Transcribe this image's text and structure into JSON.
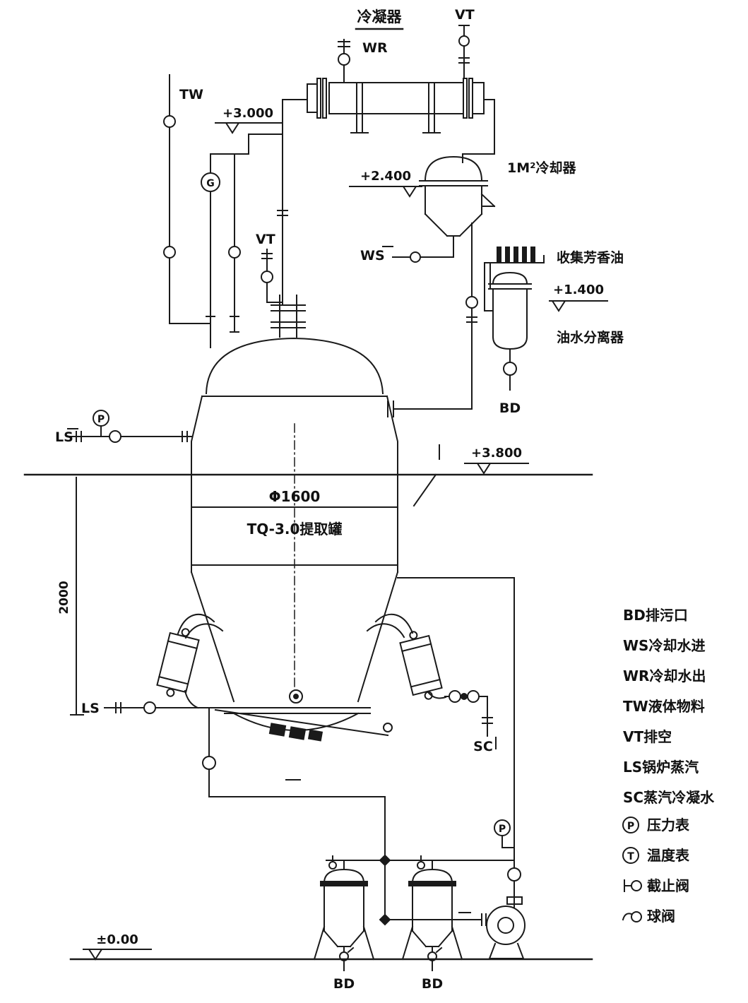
{
  "colors": {
    "line": "#1a1a1a",
    "background": "#ffffff",
    "text": "#111111"
  },
  "diagram": {
    "condenser_label": "冷凝器",
    "cooler_label": "1M²冷却器",
    "collect_oil_label": "收集芳香油",
    "separator_label": "油水分离器",
    "tank_diameter_label": "Φ1600",
    "tank_name_label": "TQ-3.0提取罐",
    "dim_2000": "2000",
    "elev_3000": "+3.000",
    "elev_2400": "+2.400",
    "elev_1400": "+1.400",
    "elev_3800": "+3.800",
    "elev_0": "±0.00",
    "port_wr": "WR",
    "port_vt_top": "VT",
    "port_vt_tank": "VT",
    "port_tw": "TW",
    "port_ws": "WS",
    "port_ls_upper": "LS",
    "port_ls_lower": "LS",
    "port_sc": "SC",
    "port_bd_separator": "BD",
    "port_bd_filter_left": "BD",
    "port_bd_filter_right": "BD",
    "gauge_p_upper": "P",
    "gauge_p_lower": "P",
    "gauge_g": "G"
  },
  "legend": {
    "items": [
      {
        "text": "BD排污口"
      },
      {
        "text": "WS冷却水进"
      },
      {
        "text": "WR冷却水出"
      },
      {
        "text": "TW液体物料"
      },
      {
        "text": "VT排空"
      },
      {
        "text": "LS锅炉蒸汽"
      },
      {
        "text": "SC蒸汽冷凝水"
      },
      {
        "symbol": "P",
        "text": "压力表"
      },
      {
        "symbol": "T",
        "text": "温度表"
      },
      {
        "symbol": "stop-valve",
        "text": "截止阀"
      },
      {
        "symbol": "ball-valve",
        "text": "球阀"
      }
    ]
  }
}
